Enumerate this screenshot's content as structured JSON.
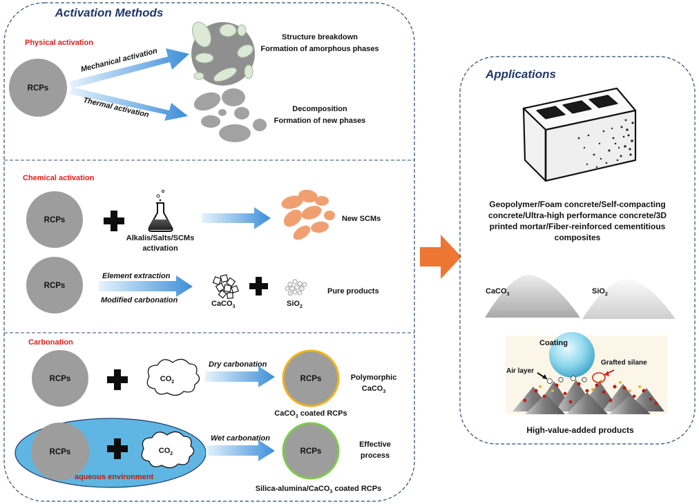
{
  "activation": {
    "title": "Activation Methods",
    "physical": {
      "heading": "Physical activation",
      "rcp": "RCPs",
      "mechanical_label": "Mechanical activation",
      "thermal_label": "Thermal activation",
      "mech_result_line1": "Structure breakdown",
      "mech_result_line2": "Formation of amorphous phases",
      "thermal_result_line1": "Decomposition",
      "thermal_result_line2": "Formation of new phases"
    },
    "chemical": {
      "heading": "Chemical activation",
      "rcp1": "RCPs",
      "reagent_line1": "Alkalis/Salts/SCMs",
      "reagent_line2": "activation",
      "result1": "New SCMs",
      "rcp2": "RCPs",
      "extraction_label": "Element extraction",
      "modified_label": "Modified carbonation",
      "caco3": "CaCO",
      "caco3_sub": "3",
      "sio2": "SiO",
      "sio2_sub": "2",
      "result2": "Pure products"
    },
    "carbonation": {
      "heading": "Carbonation",
      "rcp_dry": "RCPs",
      "co2_dry": "CO",
      "co2_dry_sub": "2",
      "dry_label": "Dry carbonation",
      "coated_dry": "RCPs",
      "dry_result_line1": "Polymorphic",
      "dry_result_line2": "CaCO",
      "dry_result_sub": "3",
      "dry_caption_a": "CaCO",
      "dry_caption_sub": "3",
      "dry_caption_b": " coated RCPs",
      "rcp_wet": "RCPs",
      "co2_wet": "CO",
      "co2_wet_sub": "2",
      "aqueous": "aqueous environment",
      "wet_label": "Wet carbonation",
      "coated_wet": "RCPs",
      "wet_result_line1": "Effective",
      "wet_result_line2": "process",
      "wet_caption_a": "Silica-alumina/CaCO",
      "wet_caption_sub": "3",
      "wet_caption_b": " coated RCPs"
    }
  },
  "applications": {
    "title": "Applications",
    "text_line1": "Geopolymer/Foam concrete/Self-compacting",
    "text_line2": "concrete/Ultra-high performance concrete/3D",
    "text_line3": "printed mortar/Fiber-reinforced cementitious",
    "text_line4": "composites",
    "caco3": "CaCO",
    "caco3_sub": "3",
    "sio2": "SiO",
    "sio2_sub": "2",
    "coating": "Coating",
    "grafted": "Grafted silane",
    "air_layer": "Air layer",
    "footer": "High-value-added products"
  },
  "colors": {
    "rcp_gray": "#9d9d9d",
    "arrow_blue": "#3d8fd9",
    "orange_arrow": "#ed7632",
    "heading_red": "#e31b1b",
    "title_navy": "#1f3768",
    "aqueous_blue": "#5fb6e2",
    "caco3_ring": "#f2b21c",
    "silica_ring": "#7ecb4a"
  }
}
